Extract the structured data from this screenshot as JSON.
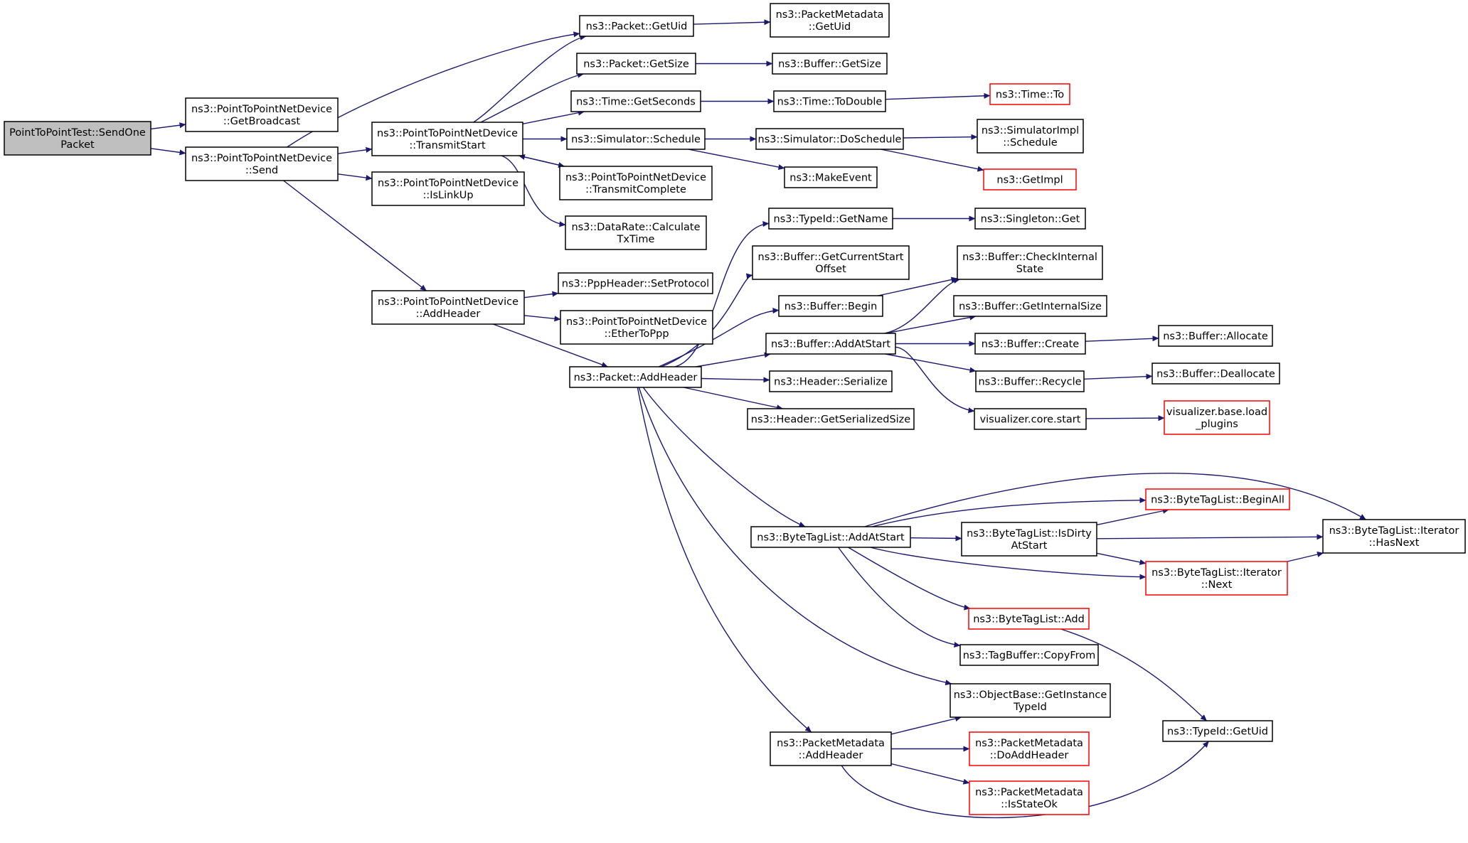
{
  "colors": {
    "edge": "#191970",
    "node_border": "#000000",
    "node_border_truncated": "#ff0000",
    "root_fill": "#bfbfbf",
    "node_fill": "#ffffff"
  },
  "nodes": [
    {
      "id": "root",
      "lines": [
        "PointToPointTest::SendOne",
        "Packet"
      ],
      "root": true
    },
    {
      "id": "p2p_getbroadcast",
      "lines": [
        "ns3::PointToPointNetDevice",
        "::GetBroadcast"
      ]
    },
    {
      "id": "p2p_send",
      "lines": [
        "ns3::PointToPointNetDevice",
        "::Send"
      ]
    },
    {
      "id": "p2p_transmitstart",
      "lines": [
        "ns3::PointToPointNetDevice",
        "::TransmitStart"
      ]
    },
    {
      "id": "p2p_islinkup",
      "lines": [
        "ns3::PointToPointNetDevice",
        "::IsLinkUp"
      ]
    },
    {
      "id": "p2p_addheader",
      "lines": [
        "ns3::PointToPointNetDevice",
        "::AddHeader"
      ]
    },
    {
      "id": "packet_getuid",
      "lines": [
        "ns3::Packet::GetUid"
      ]
    },
    {
      "id": "packet_getsize",
      "lines": [
        "ns3::Packet::GetSize"
      ]
    },
    {
      "id": "time_getseconds",
      "lines": [
        "ns3::Time::GetSeconds"
      ]
    },
    {
      "id": "sim_schedule",
      "lines": [
        "ns3::Simulator::Schedule"
      ]
    },
    {
      "id": "p2p_transmitcomplete",
      "lines": [
        "ns3::PointToPointNetDevice",
        "::TransmitComplete"
      ]
    },
    {
      "id": "datarate_calc",
      "lines": [
        "ns3::DataRate::Calculate",
        "TxTime"
      ]
    },
    {
      "id": "ppp_setprotocol",
      "lines": [
        "ns3::PppHeader::SetProtocol"
      ]
    },
    {
      "id": "p2p_ethertoppp",
      "lines": [
        "ns3::PointToPointNetDevice",
        "::EtherToPpp"
      ]
    },
    {
      "id": "packet_addheader",
      "lines": [
        "ns3::Packet::AddHeader"
      ]
    },
    {
      "id": "pm_getuid",
      "lines": [
        "ns3::PacketMetadata",
        "::GetUid"
      ]
    },
    {
      "id": "buf_getsize",
      "lines": [
        "ns3::Buffer::GetSize"
      ]
    },
    {
      "id": "time_todouble",
      "lines": [
        "ns3::Time::ToDouble"
      ]
    },
    {
      "id": "sim_doschedule",
      "lines": [
        "ns3::Simulator::DoSchedule"
      ]
    },
    {
      "id": "makeevent",
      "lines": [
        "ns3::MakeEvent"
      ]
    },
    {
      "id": "typeid_getname",
      "lines": [
        "ns3::TypeId::GetName"
      ]
    },
    {
      "id": "buf_getcurrentstart",
      "lines": [
        "ns3::Buffer::GetCurrentStart",
        "Offset"
      ]
    },
    {
      "id": "buf_begin",
      "lines": [
        "ns3::Buffer::Begin"
      ]
    },
    {
      "id": "buf_addatstart",
      "lines": [
        "ns3::Buffer::AddAtStart"
      ]
    },
    {
      "id": "header_serialize",
      "lines": [
        "ns3::Header::Serialize"
      ]
    },
    {
      "id": "header_getsersize",
      "lines": [
        "ns3::Header::GetSerializedSize"
      ]
    },
    {
      "id": "btl_addatstart",
      "lines": [
        "ns3::ByteTagList::AddAtStart"
      ]
    },
    {
      "id": "pm_addheader",
      "lines": [
        "ns3::PacketMetadata",
        "::AddHeader"
      ]
    },
    {
      "id": "time_to",
      "lines": [
        "ns3::Time::To"
      ],
      "truncated": true
    },
    {
      "id": "simimpl_schedule",
      "lines": [
        "ns3::SimulatorImpl",
        "::Schedule"
      ]
    },
    {
      "id": "getimpl",
      "lines": [
        "ns3::GetImpl"
      ],
      "truncated": true
    },
    {
      "id": "singleton_get",
      "lines": [
        "ns3::Singleton::Get"
      ]
    },
    {
      "id": "buf_checkinternal",
      "lines": [
        "ns3::Buffer::CheckInternal",
        "State"
      ]
    },
    {
      "id": "buf_getinternalsize",
      "lines": [
        "ns3::Buffer::GetInternalSize"
      ]
    },
    {
      "id": "buf_create",
      "lines": [
        "ns3::Buffer::Create"
      ]
    },
    {
      "id": "buf_recycle",
      "lines": [
        "ns3::Buffer::Recycle"
      ]
    },
    {
      "id": "vis_core_start",
      "lines": [
        "visualizer.core.start"
      ]
    },
    {
      "id": "buf_allocate",
      "lines": [
        "ns3::Buffer::Allocate"
      ]
    },
    {
      "id": "buf_deallocate",
      "lines": [
        "ns3::Buffer::Deallocate"
      ]
    },
    {
      "id": "vis_load_plugins",
      "lines": [
        "visualizer.base.load",
        "_plugins"
      ],
      "truncated": true
    },
    {
      "id": "btl_beginall",
      "lines": [
        "ns3::ByteTagList::BeginAll"
      ],
      "truncated": true
    },
    {
      "id": "btl_isdirty",
      "lines": [
        "ns3::ByteTagList::IsDirty",
        "AtStart"
      ]
    },
    {
      "id": "btl_it_hasnext",
      "lines": [
        "ns3::ByteTagList::Iterator",
        "::HasNext"
      ]
    },
    {
      "id": "btl_it_next",
      "lines": [
        "ns3::ByteTagList::Iterator",
        "::Next"
      ],
      "truncated": true
    },
    {
      "id": "btl_add",
      "lines": [
        "ns3::ByteTagList::Add"
      ],
      "truncated": true
    },
    {
      "id": "tagbuf_copyfrom",
      "lines": [
        "ns3::TagBuffer::CopyFrom"
      ]
    },
    {
      "id": "ob_getinstancetypeid",
      "lines": [
        "ns3::ObjectBase::GetInstance",
        "TypeId"
      ]
    },
    {
      "id": "typeid_getuid",
      "lines": [
        "ns3::TypeId::GetUid"
      ]
    },
    {
      "id": "pm_doaddheader",
      "lines": [
        "ns3::PacketMetadata",
        "::DoAddHeader"
      ],
      "truncated": true
    },
    {
      "id": "pm_isstateok",
      "lines": [
        "ns3::PacketMetadata",
        "::IsStateOk"
      ],
      "truncated": true
    }
  ],
  "edges": [
    [
      "root",
      "p2p_getbroadcast"
    ],
    [
      "root",
      "p2p_send"
    ],
    [
      "p2p_send",
      "packet_getuid"
    ],
    [
      "p2p_send",
      "p2p_transmitstart"
    ],
    [
      "p2p_send",
      "p2p_islinkup"
    ],
    [
      "p2p_send",
      "p2p_addheader"
    ],
    [
      "p2p_transmitstart",
      "packet_getuid"
    ],
    [
      "p2p_transmitstart",
      "packet_getsize"
    ],
    [
      "p2p_transmitstart",
      "time_getseconds"
    ],
    [
      "p2p_transmitstart",
      "sim_schedule"
    ],
    [
      "p2p_transmitstart",
      "p2p_transmitcomplete"
    ],
    [
      "p2p_transmitstart",
      "datarate_calc"
    ],
    [
      "p2p_transmitcomplete",
      "p2p_transmitstart"
    ],
    [
      "p2p_addheader",
      "ppp_setprotocol"
    ],
    [
      "p2p_addheader",
      "p2p_ethertoppp"
    ],
    [
      "p2p_addheader",
      "packet_addheader"
    ],
    [
      "packet_getuid",
      "pm_getuid"
    ],
    [
      "packet_getsize",
      "buf_getsize"
    ],
    [
      "time_getseconds",
      "time_todouble"
    ],
    [
      "sim_schedule",
      "sim_doschedule"
    ],
    [
      "sim_schedule",
      "makeevent"
    ],
    [
      "time_todouble",
      "time_to"
    ],
    [
      "sim_doschedule",
      "simimpl_schedule"
    ],
    [
      "sim_doschedule",
      "getimpl"
    ],
    [
      "packet_addheader",
      "typeid_getname"
    ],
    [
      "packet_addheader",
      "buf_getcurrentstart"
    ],
    [
      "packet_addheader",
      "buf_begin"
    ],
    [
      "packet_addheader",
      "buf_addatstart"
    ],
    [
      "packet_addheader",
      "header_serialize"
    ],
    [
      "packet_addheader",
      "header_getsersize"
    ],
    [
      "packet_addheader",
      "btl_addatstart"
    ],
    [
      "packet_addheader",
      "ob_getinstancetypeid"
    ],
    [
      "packet_addheader",
      "pm_addheader"
    ],
    [
      "typeid_getname",
      "singleton_get"
    ],
    [
      "buf_begin",
      "buf_checkinternal"
    ],
    [
      "buf_addatstart",
      "buf_checkinternal"
    ],
    [
      "buf_addatstart",
      "buf_getinternalsize"
    ],
    [
      "buf_addatstart",
      "buf_create"
    ],
    [
      "buf_addatstart",
      "buf_recycle"
    ],
    [
      "buf_addatstart",
      "vis_core_start"
    ],
    [
      "buf_create",
      "buf_allocate"
    ],
    [
      "buf_recycle",
      "buf_deallocate"
    ],
    [
      "vis_core_start",
      "vis_load_plugins"
    ],
    [
      "btl_addatstart",
      "btl_it_hasnext"
    ],
    [
      "btl_addatstart",
      "btl_beginall"
    ],
    [
      "btl_addatstart",
      "btl_isdirty"
    ],
    [
      "btl_addatstart",
      "btl_it_next"
    ],
    [
      "btl_addatstart",
      "btl_add"
    ],
    [
      "btl_addatstart",
      "tagbuf_copyfrom"
    ],
    [
      "btl_isdirty",
      "btl_beginall"
    ],
    [
      "btl_isdirty",
      "btl_it_hasnext"
    ],
    [
      "btl_isdirty",
      "btl_it_next"
    ],
    [
      "btl_it_next",
      "btl_it_hasnext"
    ],
    [
      "btl_add",
      "typeid_getuid"
    ],
    [
      "pm_addheader",
      "ob_getinstancetypeid"
    ],
    [
      "pm_addheader",
      "pm_doaddheader"
    ],
    [
      "pm_addheader",
      "pm_isstateok"
    ],
    [
      "pm_addheader",
      "typeid_getuid"
    ]
  ]
}
